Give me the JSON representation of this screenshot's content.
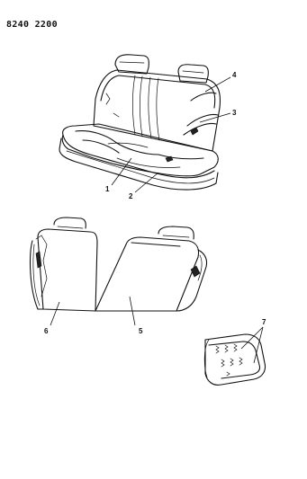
{
  "header": {
    "code": "8240 2200"
  },
  "callouts": {
    "c1": "1",
    "c2": "2",
    "c3": "3",
    "c4": "4",
    "c5": "5",
    "c6": "6",
    "c7": "7"
  }
}
